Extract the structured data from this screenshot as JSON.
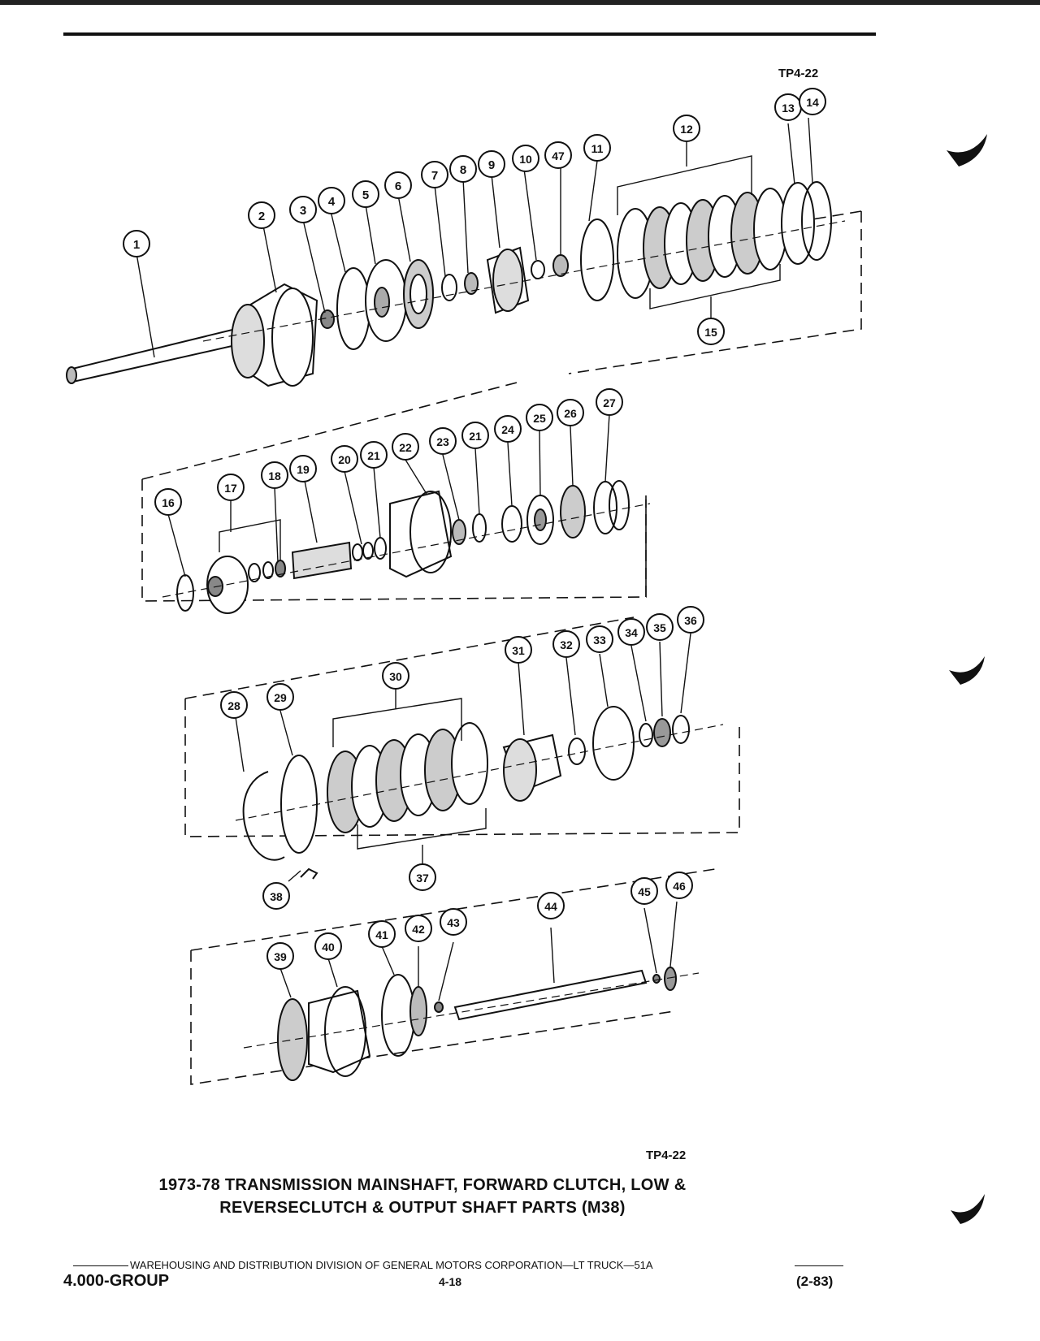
{
  "figure_code_top": "TP4-22",
  "figure_code_bottom": "TP4-22",
  "caption": {
    "line1": "1973-78 TRANSMISSION MAINSHAFT, FORWARD CLUTCH, LOW &",
    "line2": "REVERSECLUTCH & OUTPUT SHAFT PARTS (M38)"
  },
  "footer": {
    "publisher": "WAREHOUSING AND DISTRIBUTION DIVISION OF GENERAL MOTORS CORPORATION—LT TRUCK—51A",
    "group": "4.000-GROUP",
    "page": "4-18",
    "date": "(2-83)"
  },
  "callouts": [
    "1",
    "2",
    "3",
    "4",
    "5",
    "6",
    "7",
    "8",
    "9",
    "10",
    "47",
    "11",
    "12",
    "13",
    "14",
    "15",
    "16",
    "17",
    "18",
    "19",
    "20",
    "21",
    "22",
    "23",
    "21",
    "24",
    "25",
    "26",
    "27",
    "28",
    "29",
    "30",
    "31",
    "32",
    "33",
    "34",
    "35",
    "36",
    "37",
    "38",
    "39",
    "40",
    "41",
    "42",
    "43",
    "44",
    "45",
    "46"
  ],
  "colors": {
    "ink": "#111111",
    "paper": "#ffffff"
  }
}
